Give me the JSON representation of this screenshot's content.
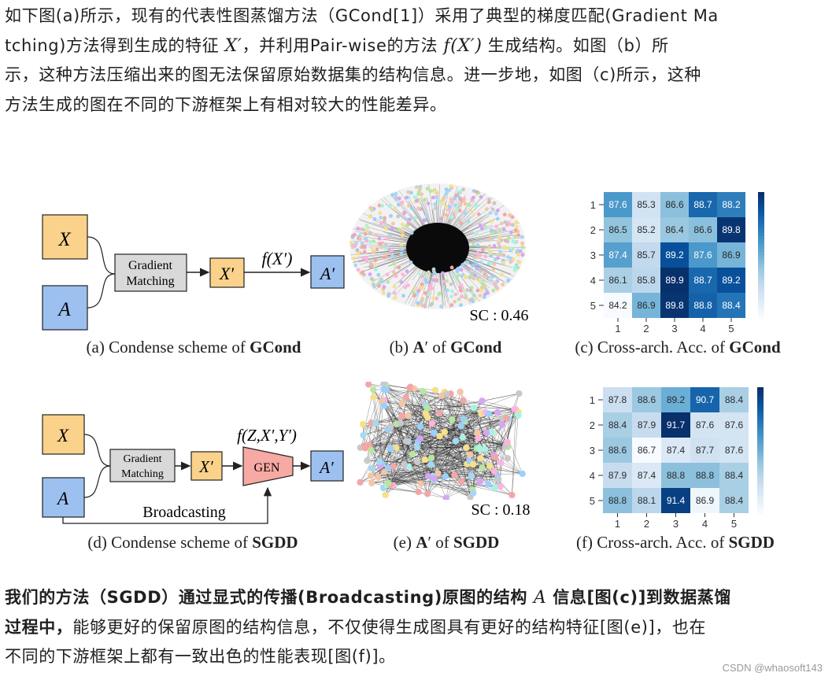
{
  "top_paragraph": {
    "s1": "如下图(a)所示，现有的代表性图蒸馏方法（GCond[1]）采用了典型的梯度匹配(Gradient Ma",
    "s2": "tching)方法得到生成的特征 ",
    "m1": "X′",
    "s3": "，并利用Pair-wise的方法 ",
    "m2": "f(X′)",
    "s4": " 生成结构。如图（b）所",
    "s5": "示，这种方法压缩出来的图无法保留原始数据集的结构信息。进一步地，如图（c)所示，这种",
    "s6": "方法生成的图在不同的下游框架上有相对较大的性能差异。"
  },
  "figure": {
    "panel_a": {
      "x": "X",
      "a": "A",
      "gm1": "Gradient",
      "gm2": "Matching",
      "xprime": "X′",
      "f": "f(X′)",
      "aprime": "A′",
      "caption_pre": "(a)  Condense scheme of ",
      "caption_bold": "GCond"
    },
    "panel_b": {
      "sc": "SC : 0.46",
      "caption_pre": "(b)  ",
      "caption_a": "A",
      "caption_mid": "′ of ",
      "caption_bold": "GCond"
    },
    "panel_c": {
      "caption_pre": "(c)  Cross-arch. Acc. of ",
      "caption_bold": "GCond"
    },
    "panel_d": {
      "x": "X",
      "a": "A",
      "gm1": "Gradient",
      "gm2": "Matching",
      "xprime": "X′",
      "f": "f(Z,X′,Y′)",
      "gen": "GEN",
      "aprime": "A′",
      "broadcast": "Broadcasting",
      "caption_pre": "(d)  Condense scheme of ",
      "caption_bold": "SGDD"
    },
    "panel_e": {
      "sc": "SC : 0.18",
      "caption_pre": "(e)  ",
      "caption_a": "A",
      "caption_mid": "′ of ",
      "caption_bold": "SGDD"
    },
    "panel_f": {
      "caption_pre": "(f)  Cross-arch. Acc. of ",
      "caption_bold": "SGDD"
    }
  },
  "chart_data": [
    {
      "type": "heatmap",
      "x_ticks": [
        "1",
        "2",
        "3",
        "4",
        "5"
      ],
      "y_ticks": [
        "1",
        "2",
        "3",
        "4",
        "5"
      ],
      "values": [
        [
          87.6,
          85.3,
          86.6,
          88.7,
          88.2
        ],
        [
          86.5,
          85.2,
          86.4,
          86.6,
          89.8
        ],
        [
          87.4,
          85.7,
          89.2,
          87.6,
          86.9
        ],
        [
          86.1,
          85.8,
          89.9,
          88.7,
          89.2
        ],
        [
          84.2,
          86.9,
          89.8,
          88.8,
          88.4
        ]
      ],
      "vmin": 84.2,
      "vmax": 89.9
    },
    {
      "type": "heatmap",
      "x_ticks": [
        "1",
        "2",
        "3",
        "4",
        "5"
      ],
      "y_ticks": [
        "1",
        "2",
        "3",
        "4",
        "5"
      ],
      "values": [
        [
          87.8,
          88.6,
          89.2,
          90.7,
          88.4
        ],
        [
          88.4,
          87.9,
          91.7,
          87.6,
          87.6
        ],
        [
          88.6,
          86.7,
          87.4,
          87.7,
          87.6
        ],
        [
          87.9,
          87.4,
          88.8,
          88.8,
          88.4
        ],
        [
          88.8,
          88.1,
          91.4,
          86.9,
          88.4
        ]
      ],
      "vmin": 86.7,
      "vmax": 91.7
    }
  ],
  "bottom_paragraph": {
    "b1": "我们的方法（SGDD）通过显式的传播(Broadcasting)原图的结构 ",
    "bm": "A",
    "b2": " 信息[图(c)]到数据蒸馏",
    "b3": "过程中，",
    "n1": "能够更好的保留原图的结构信息，不仅使得生成图具有更好的结构特征[图(e)]，也在",
    "n2": "不同的下游框架上都有一致出色的性能表现[图(f)]。"
  },
  "watermark": "CSDN @whaosoft143",
  "colors": {
    "orange_box": "#fbd28b",
    "blue_box": "#9cc0f0",
    "grey_box": "#d9d9d9",
    "gen_box": "#f7a9a3",
    "heat_low": "#f7fbff",
    "heat_high": "#08306b"
  }
}
